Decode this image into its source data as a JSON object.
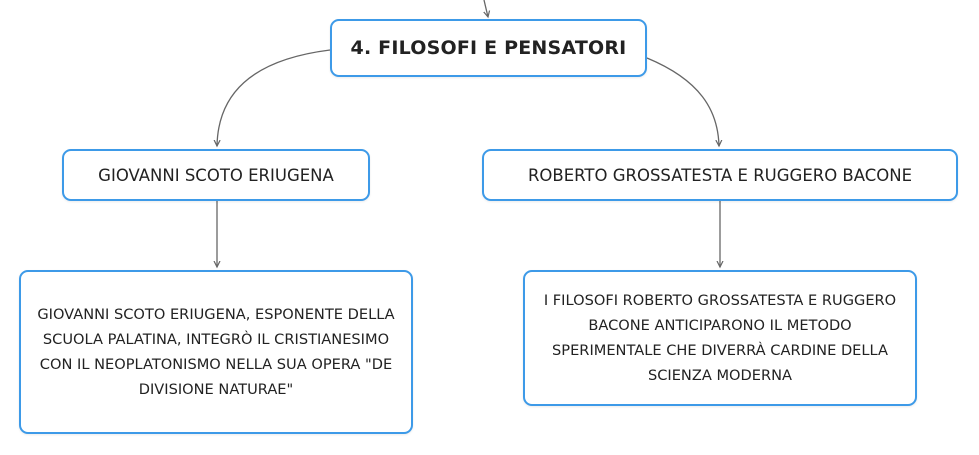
{
  "diagram": {
    "root": {
      "label": "4. FILOSOFI E PENSATORI"
    },
    "nodes": [
      {
        "id": "left-topic",
        "label": "GIOVANNI SCOTO ERIUGENA"
      },
      {
        "id": "right-topic",
        "label": "ROBERTO GROSSATESTA E RUGGERO BACONE"
      },
      {
        "id": "left-detail",
        "label": "GIOVANNI SCOTO ERIUGENA, ESPONENTE DELLA SCUOLA PALATINA, INTEGRÒ IL CRISTIANESIMO CON IL NEOPLATONISMO NELLA SUA OPERA \"DE DIVISIONE NATURAE\""
      },
      {
        "id": "right-detail",
        "label": "I FILOSOFI ROBERTO GROSSATESTA E RUGGERO BACONE ANTICIPARONO IL METODO SPERIMENTALE CHE DIVERRÀ CARDINE DELLA SCIENZA MODERNA"
      }
    ],
    "edges": [
      {
        "from": "parent",
        "to": "root"
      },
      {
        "from": "root",
        "to": "left-topic"
      },
      {
        "from": "root",
        "to": "right-topic"
      },
      {
        "from": "left-topic",
        "to": "left-detail"
      },
      {
        "from": "right-topic",
        "to": "right-detail"
      }
    ],
    "colors": {
      "node_border": "#3d9ae8",
      "node_fill": "#ffffff",
      "connector": "#666666",
      "text": "#222222"
    }
  }
}
